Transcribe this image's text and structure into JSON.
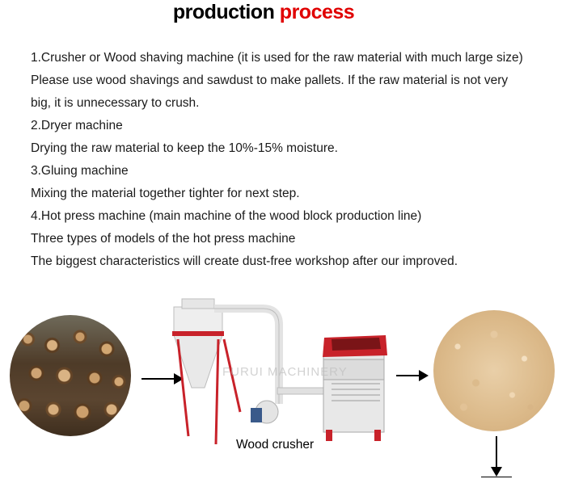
{
  "title": {
    "part1": "production",
    "part2": "process"
  },
  "lines": [
    "1.Crusher or Wood shaving machine  (it is used for the raw material with much large size)",
    "Please use wood shavings and sawdust to make pallets. If the raw material is not very",
    "big, it is unnecessary to crush.",
    "2.Dryer machine",
    "Drying the raw material to keep the 10%-15% moisture.",
    "3.Gluing machine",
    "Mixing the material together tighter for next step.",
    "4.Hot press machine (main machine of the wood block production line)",
    "Three types of models of the hot press machine",
    "The biggest characteristics will create dust-free workshop after our improved."
  ],
  "diagram": {
    "caption": "Wood crusher",
    "watermark": "FURUI MACHINERY"
  },
  "colors": {
    "title_black": "#000000",
    "title_red": "#e00000",
    "machine_red": "#c8222a"
  }
}
